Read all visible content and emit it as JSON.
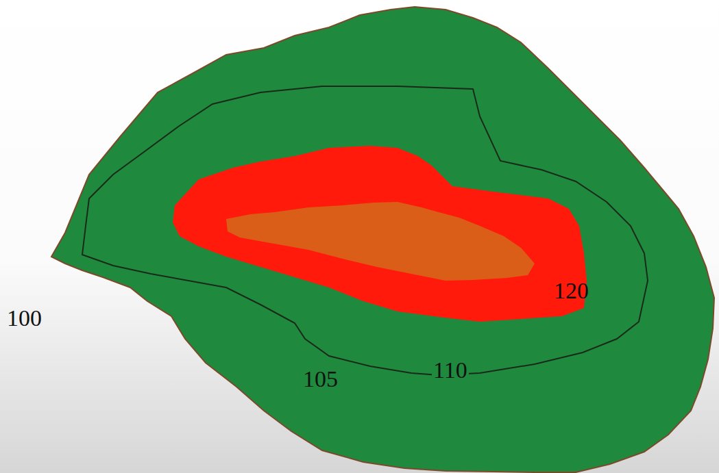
{
  "diagram": {
    "labels": [
      "100",
      "105",
      "110",
      "120"
    ]
  }
}
